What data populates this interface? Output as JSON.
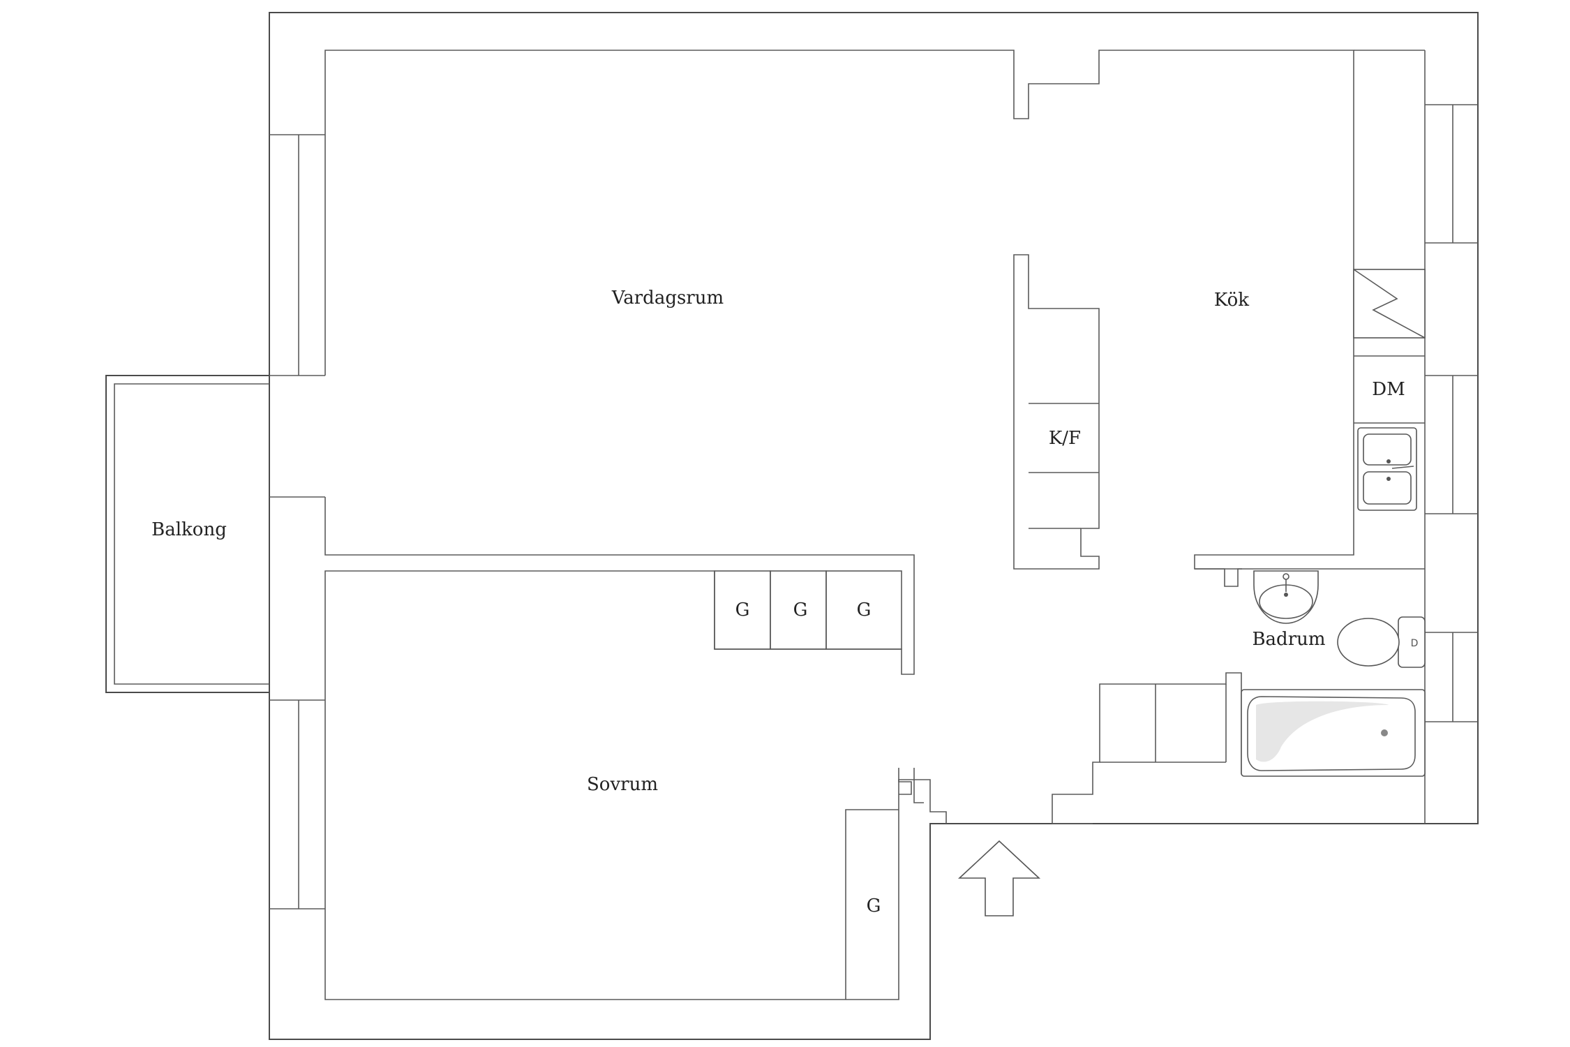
{
  "rooms": {
    "living_room": "Vardagsrum",
    "kitchen": "Kök",
    "bedroom": "Sovrum",
    "balcony": "Balkong",
    "bathroom": "Badrum"
  },
  "fixtures": {
    "fridge_freezer": "K/F",
    "dishwasher": "DM",
    "wardrobe_1": "G",
    "wardrobe_2": "G",
    "wardrobe_3": "G",
    "wardrobe_4": "G"
  },
  "icons": {
    "entrance": "entrance-arrow-icon",
    "stove": "stove-icon",
    "sink": "kitchen-sink-icon",
    "basin": "wash-basin-icon",
    "toilet": "toilet-icon",
    "bathtub": "bathtub-icon"
  },
  "colors": {
    "line": "#4a4a4a",
    "background": "#ffffff"
  }
}
